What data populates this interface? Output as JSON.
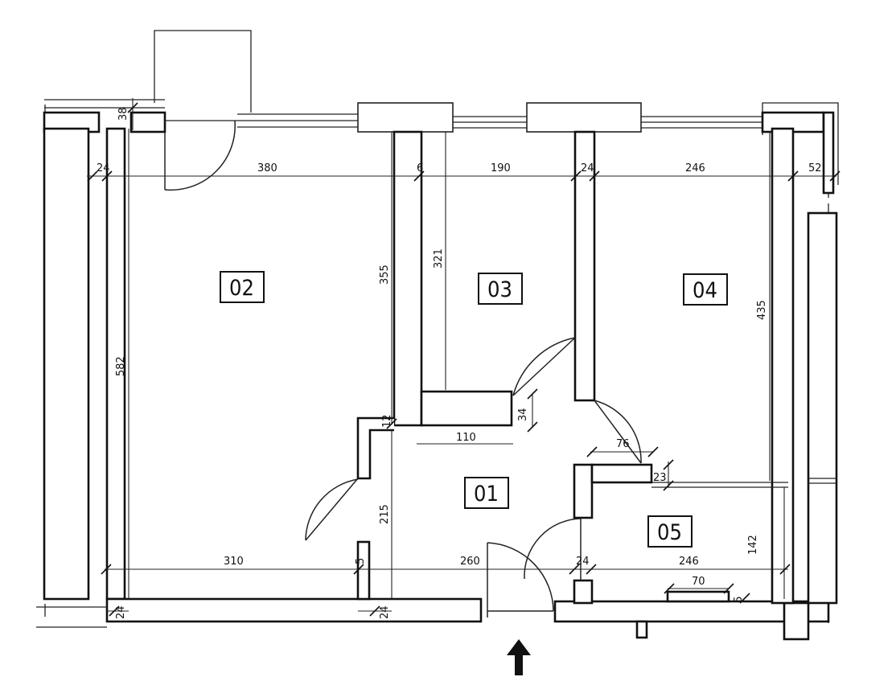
{
  "rooms": {
    "r01": "01",
    "r02": "02",
    "r03": "03",
    "r04": "04",
    "r05": "05"
  },
  "dimensions": {
    "d24_left_top": "24",
    "d380": "380",
    "d6_top": "6",
    "d190": "190",
    "d24_mid_top": "24",
    "d246_top": "246",
    "d52": "52",
    "d38": "38",
    "d582": "582",
    "d355": "355",
    "d321": "321",
    "d435": "435",
    "d34": "34",
    "d110": "110",
    "d12": "12",
    "d76": "76",
    "d23": "23",
    "d215": "215",
    "d142": "142",
    "d310": "310",
    "d5": "5",
    "d260": "260",
    "d24_mid_bottom": "24",
    "d246_bottom": "246",
    "d70": "70",
    "d6_bottom": "6",
    "d24_left_bottom": "24",
    "d24_bottom": "24"
  },
  "entrance": {
    "icon": "entrance-arrow-icon"
  }
}
